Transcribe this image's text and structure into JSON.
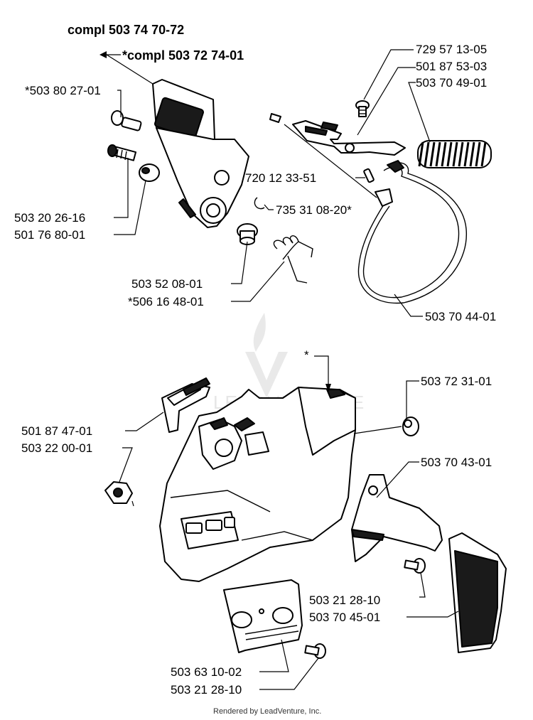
{
  "titles": {
    "compl_main": "compl 503 74 70-72",
    "compl_sub": "*compl 503 72 74-01"
  },
  "labels": {
    "p729571305": "729 57 13-05",
    "p501875303": "501 87 53-03",
    "p503704901": "503 70 49-01",
    "p503802701": "*503 80 27-01",
    "p720123351": "720 12 33-51",
    "p735310820": "735 31 08-20*",
    "p503202616": "503 20 26-16",
    "p501768001": "501 76 80-01",
    "p503520801": "503 52 08-01",
    "p506164801": "*506 16 48-01",
    "p503704401": "503 70 44-01",
    "star": "*",
    "p503723101": "503 72 31-01",
    "p501874701": "501 87 47-01",
    "p503220001": "503 22 00-01",
    "p503704301": "503 70 43-01",
    "p503212810a": "503 21 28-10",
    "p503704501": "503 70 45-01",
    "p503631002": "503 63 10-02",
    "p503212810b": "503 21 28-10"
  },
  "footer": "Rendered by LeadVenture, Inc.",
  "watermark": "LEADVENTURE"
}
